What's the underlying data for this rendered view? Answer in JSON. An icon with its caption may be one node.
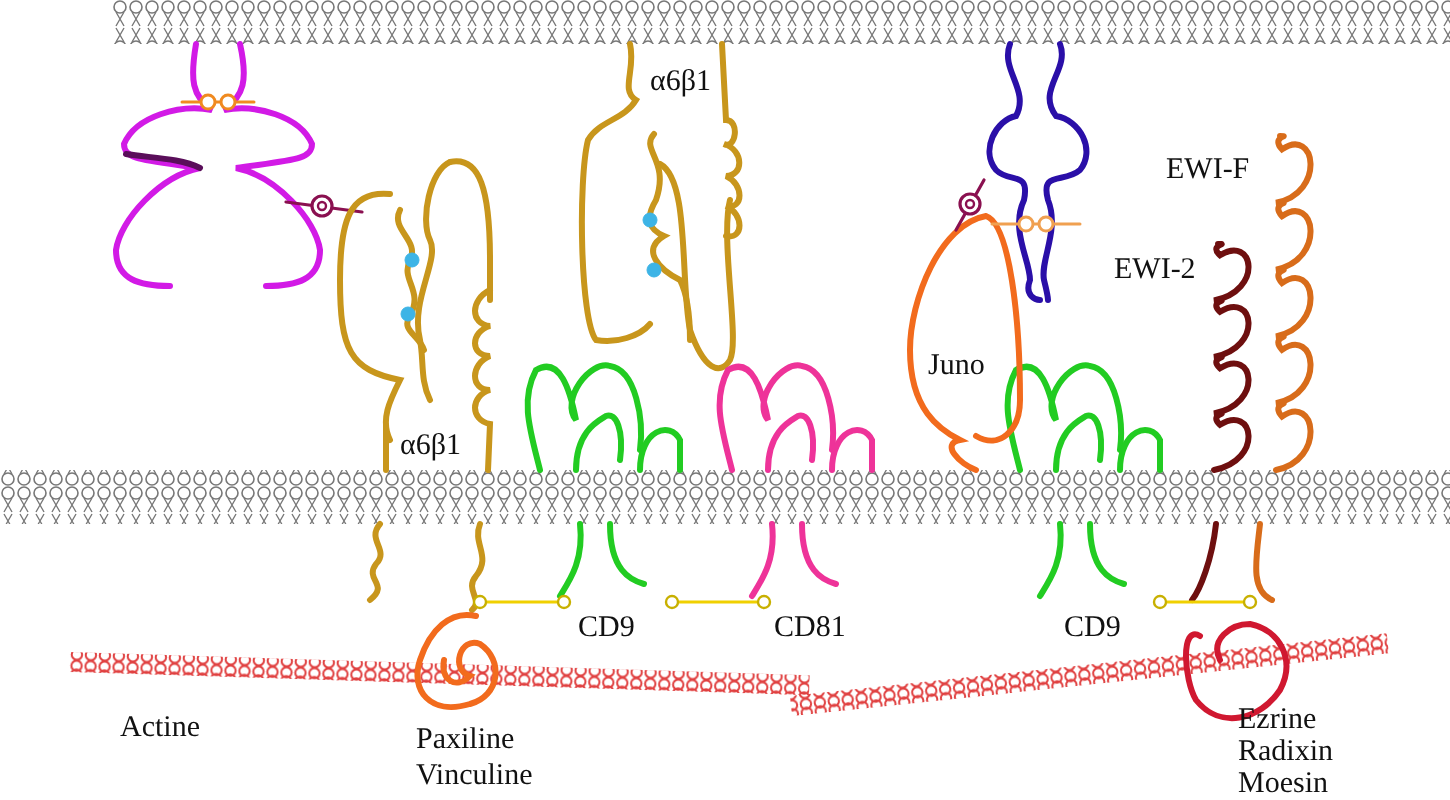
{
  "diagram": {
    "labels": [
      "α6β1",
      "EWI-F",
      "EWI-2",
      "Juno",
      "α6β1",
      "CD9",
      "CD81",
      "CD9",
      "Actine",
      "Paxiline",
      "Vinculine",
      "Ezrine",
      "Radixin",
      "Moesin"
    ]
  }
}
